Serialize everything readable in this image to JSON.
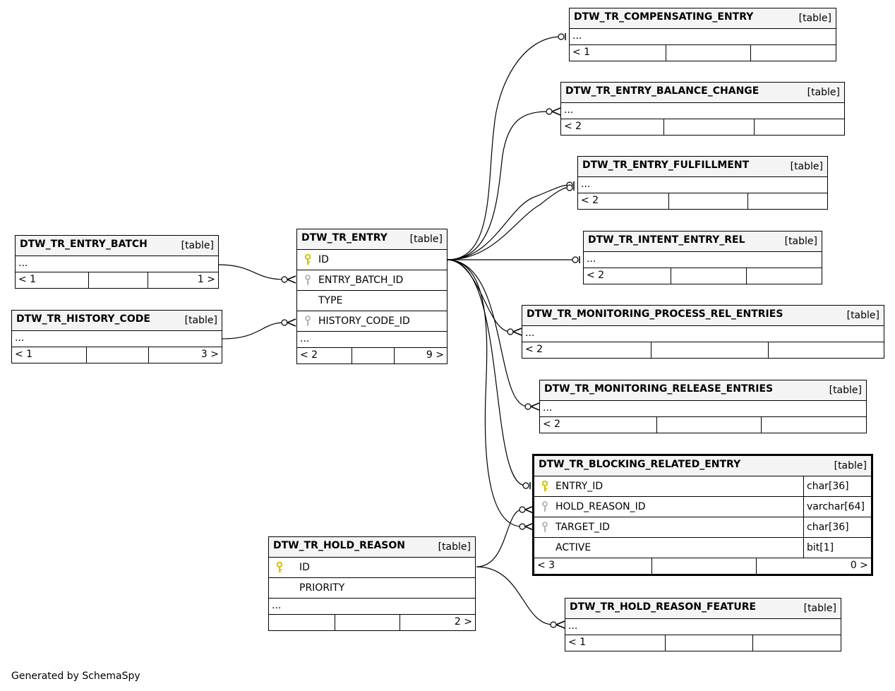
{
  "tables": {
    "compensating": {
      "name": "DTW_TR_COMPENSATING_ENTRY",
      "kind": "[table]",
      "more": "...",
      "parents": "< 1",
      "children": ""
    },
    "balance_change": {
      "name": "DTW_TR_ENTRY_BALANCE_CHANGE",
      "kind": "[table]",
      "more": "...",
      "parents": "< 2",
      "children": ""
    },
    "fulfillment": {
      "name": "DTW_TR_ENTRY_FULFILLMENT",
      "kind": "[table]",
      "more": "...",
      "parents": "< 2",
      "children": ""
    },
    "intent_rel": {
      "name": "DTW_TR_INTENT_ENTRY_REL",
      "kind": "[table]",
      "more": "...",
      "parents": "< 2",
      "children": ""
    },
    "monitoring_process": {
      "name": "DTW_TR_MONITORING_PROCESS_REL_ENTRIES",
      "kind": "[table]",
      "more": "...",
      "parents": "< 2",
      "children": ""
    },
    "monitoring_release": {
      "name": "DTW_TR_MONITORING_RELEASE_ENTRIES",
      "kind": "[table]",
      "more": "...",
      "parents": "< 2",
      "children": ""
    },
    "entry_batch": {
      "name": "DTW_TR_ENTRY_BATCH",
      "kind": "[table]",
      "more": "...",
      "parents": "< 1",
      "children": "1 >"
    },
    "history_code": {
      "name": "DTW_TR_HISTORY_CODE",
      "kind": "[table]",
      "more": "...",
      "parents": "< 1",
      "children": "3 >"
    },
    "entry": {
      "name": "DTW_TR_ENTRY",
      "kind": "[table]",
      "columns": [
        {
          "name": "ID",
          "key": "primary"
        },
        {
          "name": "ENTRY_BATCH_ID",
          "key": "foreign"
        },
        {
          "name": "TYPE",
          "key": "none"
        },
        {
          "name": "HISTORY_CODE_ID",
          "key": "foreign"
        }
      ],
      "more": "...",
      "parents": "< 2",
      "children": "9 >"
    },
    "blocking": {
      "name": "DTW_TR_BLOCKING_RELATED_ENTRY",
      "kind": "[table]",
      "columns": [
        {
          "name": "ENTRY_ID",
          "type": "char[36]",
          "key": "primary"
        },
        {
          "name": "HOLD_REASON_ID",
          "type": "varchar[64]",
          "key": "foreign"
        },
        {
          "name": "TARGET_ID",
          "type": "char[36]",
          "key": "foreign"
        },
        {
          "name": "ACTIVE",
          "type": "bit[1]",
          "key": "none"
        }
      ],
      "parents": "< 3",
      "children": "0 >"
    },
    "hold_reason": {
      "name": "DTW_TR_HOLD_REASON",
      "kind": "[table]",
      "columns": [
        {
          "name": "ID",
          "key": "primary"
        },
        {
          "name": "PRIORITY",
          "key": "none"
        }
      ],
      "more": "...",
      "parents": "",
      "children": "2 >"
    },
    "hold_reason_feature": {
      "name": "DTW_TR_HOLD_REASON_FEATURE",
      "kind": "[table]",
      "more": "...",
      "parents": "< 1",
      "children": ""
    }
  },
  "credit": "Generated by SchemaSpy",
  "colors": {
    "primary_key": "#d4c400",
    "foreign_key": "#aaaaaa",
    "header_bg": "#f4f4f4",
    "line": "#000000"
  }
}
